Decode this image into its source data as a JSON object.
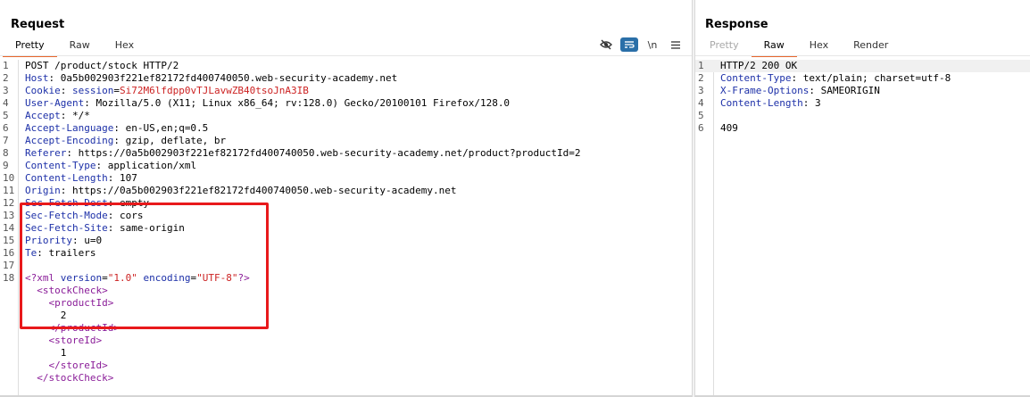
{
  "request": {
    "title": "Request",
    "tabs": [
      "Pretty",
      "Raw",
      "Hex"
    ],
    "active_tab": "Pretty",
    "toolbar": {
      "hide_icon": "eye-off-icon",
      "wrap_icon": "wrap-lines-icon",
      "newline_label": "\\n",
      "menu_icon": "menu-icon"
    },
    "lines": [
      {
        "n": "1",
        "segs": [
          {
            "t": "POST /product/stock HTTP/2",
            "c": ""
          }
        ]
      },
      {
        "n": "2",
        "segs": [
          {
            "t": "Host",
            "c": "k"
          },
          {
            "t": ": 0a5b002903f221ef82172fd400740050.web-security-academy.net",
            "c": ""
          }
        ]
      },
      {
        "n": "3",
        "segs": [
          {
            "t": "Cookie",
            "c": "k"
          },
          {
            "t": ": ",
            "c": ""
          },
          {
            "t": "session",
            "c": "k"
          },
          {
            "t": "=",
            "c": ""
          },
          {
            "t": "Si72M6lfdpp0vTJLavwZB40tsoJnA3IB",
            "c": "cookie"
          }
        ]
      },
      {
        "n": "4",
        "segs": [
          {
            "t": "User-Agent",
            "c": "k"
          },
          {
            "t": ": Mozilla/5.0 (X11; Linux x86_64; rv:128.0) Gecko/20100101 Firefox/128.0",
            "c": ""
          }
        ]
      },
      {
        "n": "5",
        "segs": [
          {
            "t": "Accept",
            "c": "k"
          },
          {
            "t": ": */*",
            "c": ""
          }
        ]
      },
      {
        "n": "6",
        "segs": [
          {
            "t": "Accept-Language",
            "c": "k"
          },
          {
            "t": ": en-US,en;q=0.5",
            "c": ""
          }
        ]
      },
      {
        "n": "7",
        "segs": [
          {
            "t": "Accept-Encoding",
            "c": "k"
          },
          {
            "t": ": gzip, deflate, br",
            "c": ""
          }
        ]
      },
      {
        "n": "8",
        "segs": [
          {
            "t": "Referer",
            "c": "k"
          },
          {
            "t": ": https://0a5b002903f221ef82172fd400740050.web-security-academy.net/product?productId=2",
            "c": ""
          }
        ]
      },
      {
        "n": "9",
        "segs": [
          {
            "t": "Content-Type",
            "c": "k"
          },
          {
            "t": ": application/xml",
            "c": ""
          }
        ]
      },
      {
        "n": "10",
        "segs": [
          {
            "t": "Content-Length",
            "c": "k"
          },
          {
            "t": ": 107",
            "c": ""
          }
        ]
      },
      {
        "n": "11",
        "segs": [
          {
            "t": "Origin",
            "c": "k"
          },
          {
            "t": ": https://0a5b002903f221ef82172fd400740050.web-security-academy.net",
            "c": ""
          }
        ]
      },
      {
        "n": "12",
        "segs": [
          {
            "t": "Sec-Fetch-Dest",
            "c": "k"
          },
          {
            "t": ": empty",
            "c": ""
          }
        ]
      },
      {
        "n": "13",
        "segs": [
          {
            "t": "Sec-Fetch-Mode",
            "c": "k"
          },
          {
            "t": ": cors",
            "c": ""
          }
        ]
      },
      {
        "n": "14",
        "segs": [
          {
            "t": "Sec-Fetch-Site",
            "c": "k"
          },
          {
            "t": ": same-origin",
            "c": ""
          }
        ]
      },
      {
        "n": "15",
        "segs": [
          {
            "t": "Priority",
            "c": "k"
          },
          {
            "t": ": u=0",
            "c": ""
          }
        ]
      },
      {
        "n": "16",
        "segs": [
          {
            "t": "Te",
            "c": "k"
          },
          {
            "t": ": trailers",
            "c": ""
          }
        ]
      },
      {
        "n": "17",
        "segs": []
      },
      {
        "n": "18",
        "segs": [
          {
            "t": "<?xml ",
            "c": "xtag"
          },
          {
            "t": "version",
            "c": "xattr"
          },
          {
            "t": "=",
            "c": ""
          },
          {
            "t": "\"1.0\"",
            "c": "xval"
          },
          {
            "t": " ",
            "c": ""
          },
          {
            "t": "encoding",
            "c": "xattr"
          },
          {
            "t": "=",
            "c": ""
          },
          {
            "t": "\"UTF-8\"",
            "c": "xval"
          },
          {
            "t": "?>",
            "c": "xtag"
          }
        ]
      },
      {
        "n": "",
        "segs": [
          {
            "t": "  <stockCheck>",
            "c": "xtag"
          }
        ]
      },
      {
        "n": "",
        "segs": [
          {
            "t": "    <productId>",
            "c": "xtag"
          }
        ]
      },
      {
        "n": "",
        "segs": [
          {
            "t": "      2",
            "c": ""
          }
        ]
      },
      {
        "n": "",
        "segs": [
          {
            "t": "    </productId>",
            "c": "xtag"
          }
        ]
      },
      {
        "n": "",
        "segs": [
          {
            "t": "    <storeId>",
            "c": "xtag"
          }
        ]
      },
      {
        "n": "",
        "segs": [
          {
            "t": "      1",
            "c": ""
          }
        ]
      },
      {
        "n": "",
        "segs": [
          {
            "t": "    </storeId>",
            "c": "xtag"
          }
        ]
      },
      {
        "n": "",
        "segs": [
          {
            "t": "  </stockCheck>",
            "c": "xtag"
          }
        ]
      }
    ]
  },
  "response": {
    "title": "Response",
    "tabs": [
      "Pretty",
      "Raw",
      "Hex",
      "Render"
    ],
    "active_tab": "Raw",
    "disabled_tab": "Pretty",
    "lines": [
      {
        "n": "1",
        "segs": [
          {
            "t": "HTTP/2 200 OK",
            "c": ""
          }
        ]
      },
      {
        "n": "2",
        "segs": [
          {
            "t": "Content-Type",
            "c": "k"
          },
          {
            "t": ": text/plain; charset=utf-8",
            "c": ""
          }
        ]
      },
      {
        "n": "3",
        "segs": [
          {
            "t": "X-Frame-Options",
            "c": "k"
          },
          {
            "t": ": SAMEORIGIN",
            "c": ""
          }
        ]
      },
      {
        "n": "4",
        "segs": [
          {
            "t": "Content-Length",
            "c": "k"
          },
          {
            "t": ": 3",
            "c": ""
          }
        ]
      },
      {
        "n": "5",
        "segs": []
      },
      {
        "n": "6",
        "segs": [
          {
            "t": "409",
            "c": ""
          }
        ]
      }
    ]
  },
  "colors": {
    "accent": "#e8662c",
    "highlight_box": "#e8191b",
    "toggle_on": "#2a6fa8"
  }
}
